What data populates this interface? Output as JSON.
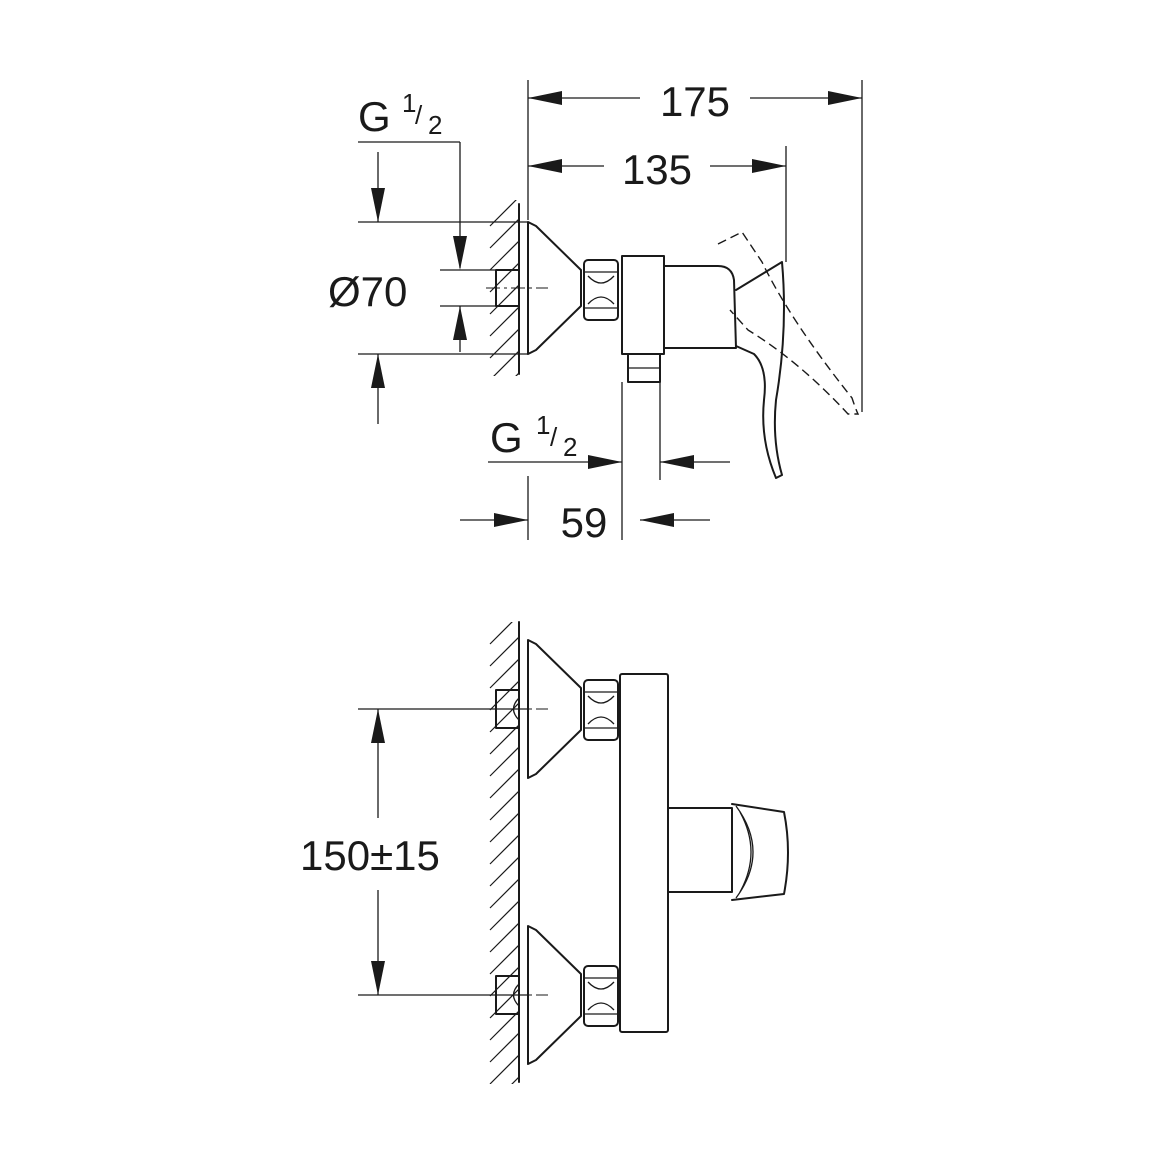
{
  "side_view": {
    "dim_overall_width": "175",
    "dim_width_to_body": "135",
    "dim_depth": "59",
    "dim_escutcheon_diameter": "Ø70",
    "inlet_thread": {
      "letter": "G",
      "numerator": "1",
      "denominator": "2"
    },
    "outlet_thread": {
      "letter": "G",
      "numerator": "1",
      "denominator": "2"
    }
  },
  "front_view": {
    "dim_inlet_spacing": "150±15"
  },
  "colors": {
    "line": "#1a1a1a",
    "background": "#ffffff"
  }
}
